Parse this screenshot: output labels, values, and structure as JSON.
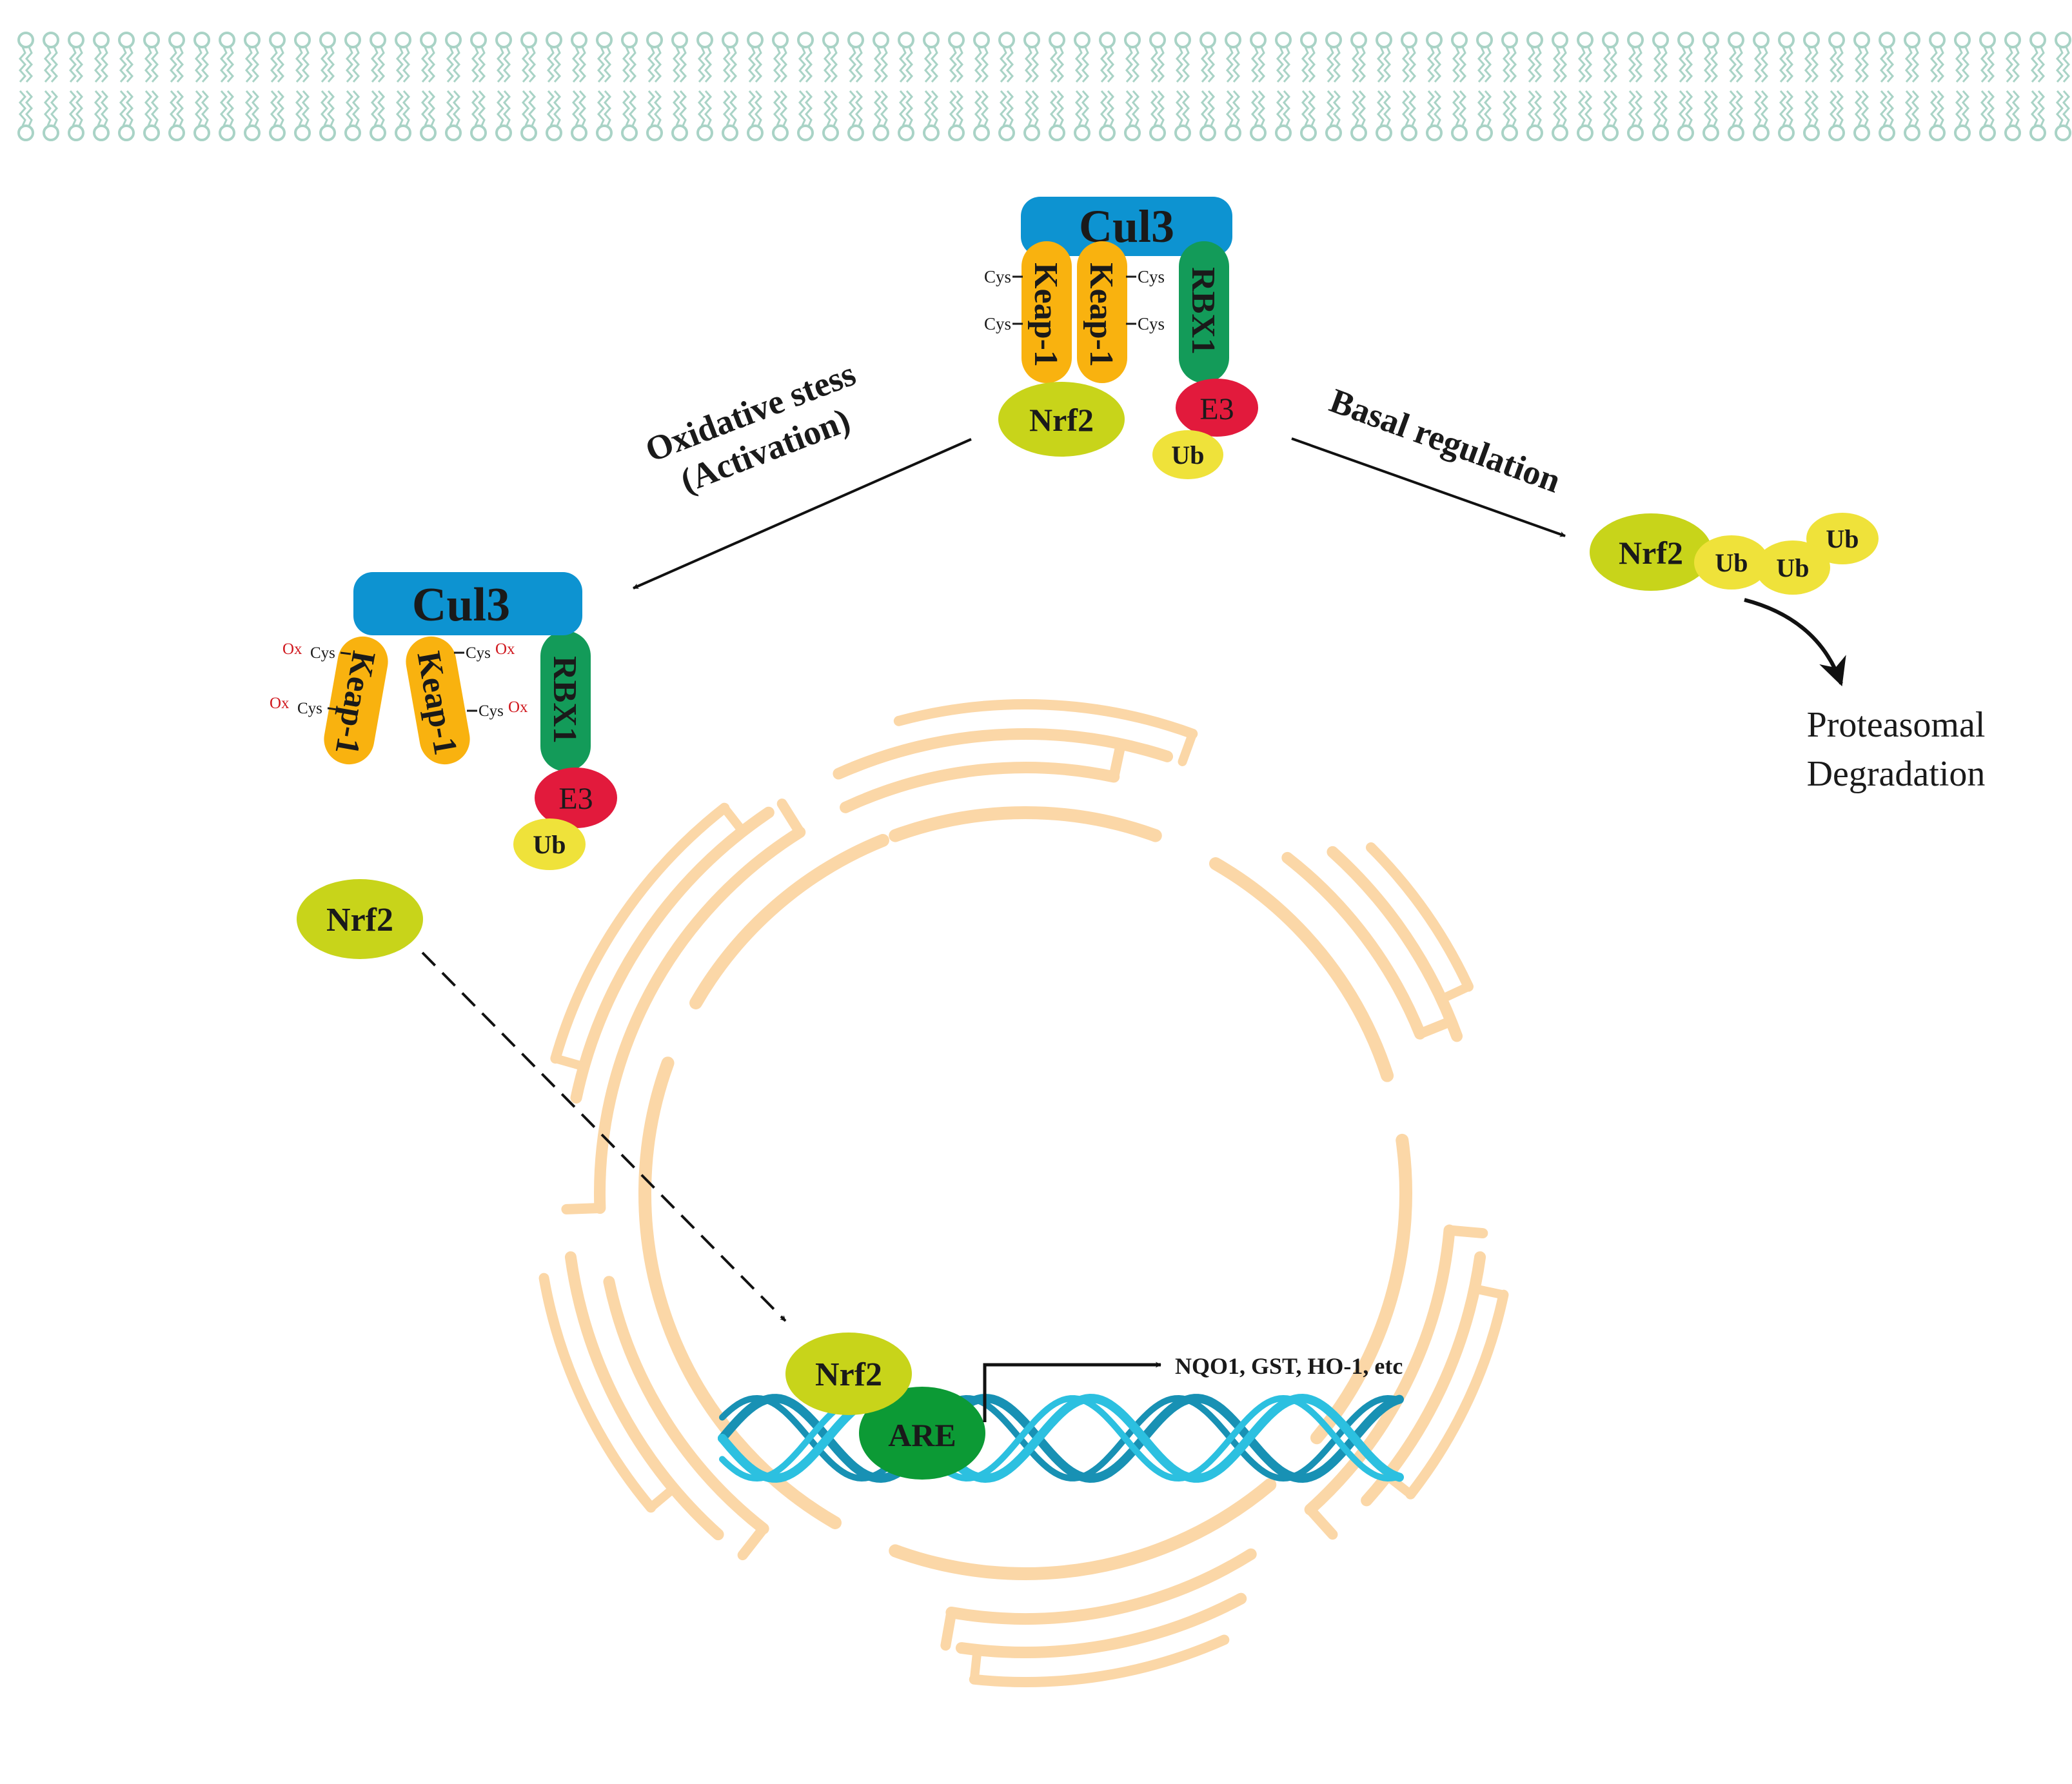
{
  "colors": {
    "membrane": "#a9d3c6",
    "cul3": "#0d93d1",
    "keap1": "#f9b20f",
    "rbx1": "#139b59",
    "e3": "#e21a3c",
    "ub": "#efe23a",
    "nrf2": "#c8d41a",
    "are": "#0c9a35",
    "dna_front": "#2cc0e0",
    "dna_back": "#1891b4",
    "nucleus": "#fbd7a7",
    "ox": "#d0181e",
    "text": "#1a1a1a"
  },
  "top_complex": {
    "cul3": "Cul3",
    "keap1_left": "Keap-1",
    "keap1_right": "Keap-1",
    "rbx1": "RBX1",
    "cys_left_1": "Cys",
    "cys_left_2": "Cys",
    "cys_right_1": "Cys",
    "cys_right_2": "Cys",
    "nrf2": "Nrf2",
    "e3": "E3",
    "ub": "Ub"
  },
  "ox_complex": {
    "cul3": "Cul3",
    "keap1_left": "Keap-1",
    "keap1_right": "Keap-1",
    "rbx1": "RBX1",
    "ox_left_1": "Ox",
    "cys_left_1": "Cys",
    "ox_left_2": "Ox",
    "cys_left_2": "Cys",
    "cys_right_1": "Cys",
    "ox_right_1": "Ox",
    "cys_right_2": "Cys",
    "ox_right_2": "Ox",
    "e3": "E3",
    "ub": "Ub"
  },
  "oxidative_label_line1": "Oxidative stess",
  "oxidative_label_line2": "(Activation)",
  "basal_label": "Basal regulation",
  "ubiquitinated": {
    "nrf2": "Nrf2",
    "ub1": "Ub",
    "ub2": "Ub",
    "ub3": "Ub"
  },
  "degradation_line1": "Proteasomal",
  "degradation_line2": "Degradation",
  "free_nrf2": "Nrf2",
  "nuclear_nrf2": "Nrf2",
  "are": "ARE",
  "target_genes": "NQO1, GST, HO-1, etc"
}
